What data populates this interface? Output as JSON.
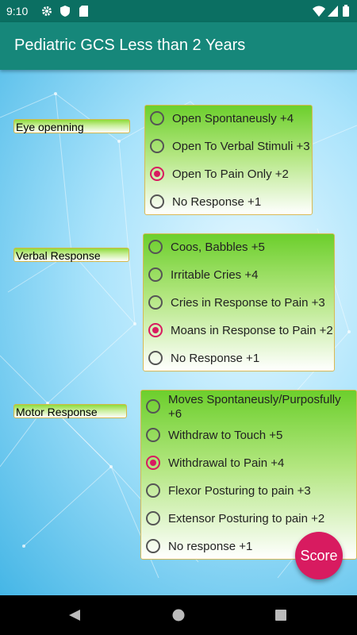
{
  "status": {
    "time": "9:10"
  },
  "app_bar": {
    "title": "Pediatric GCS Less than 2 Years"
  },
  "sections": [
    {
      "label": "Eye openning",
      "options": [
        {
          "text": "Open Spontaneusly +4",
          "checked": false
        },
        {
          "text": "Open To Verbal Stimuli +3",
          "checked": false
        },
        {
          "text": "Open To Pain Only +2",
          "checked": true
        },
        {
          "text": "No Response +1",
          "checked": false
        }
      ]
    },
    {
      "label": "Verbal Response",
      "options": [
        {
          "text": "Coos, Babbles +5",
          "checked": false
        },
        {
          "text": "Irritable Cries +4",
          "checked": false
        },
        {
          "text": "Cries in Response to Pain +3",
          "checked": false
        },
        {
          "text": "Moans in Response to Pain +2",
          "checked": true
        },
        {
          "text": "No Response +1",
          "checked": false
        }
      ]
    },
    {
      "label": "Motor Response",
      "options": [
        {
          "text": "Moves Spontaneusly/Purposfully +6",
          "checked": false
        },
        {
          "text": "Withdraw to Touch +5",
          "checked": false
        },
        {
          "text": "Withdrawal to Pain +4",
          "checked": true
        },
        {
          "text": "Flexor Posturing to pain +3",
          "checked": false
        },
        {
          "text": "Extensor Posturing to pain +2",
          "checked": false
        },
        {
          "text": "No response +1",
          "checked": false
        }
      ]
    }
  ],
  "score_button": {
    "label": "Score"
  },
  "colors": {
    "accent": "#d81b60",
    "app_bar": "#16877a",
    "status_bar": "#0b6f62"
  }
}
